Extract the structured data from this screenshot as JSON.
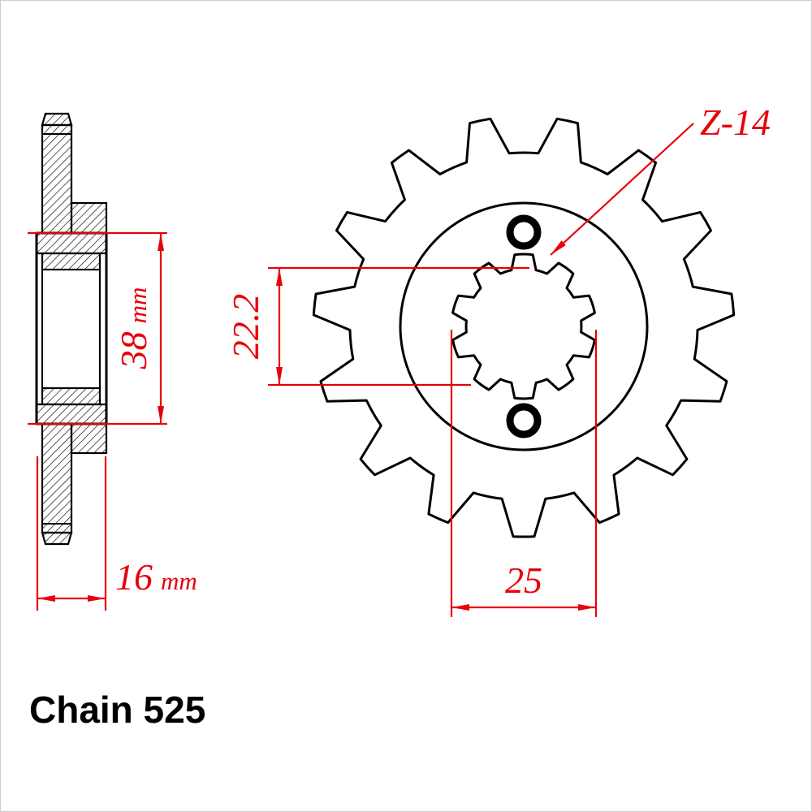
{
  "diagram": {
    "title": "Chain 525",
    "colors": {
      "dimension": "#e8000b",
      "line": "#000000"
    },
    "side_view": {
      "hub_diameter": {
        "value": "38",
        "unit": "mm"
      },
      "hub_width": {
        "value": "16",
        "unit": "mm"
      }
    },
    "front_view": {
      "teeth_label": "Z-14",
      "bore_diameter": "22.2",
      "spline_diameter": "25"
    }
  }
}
